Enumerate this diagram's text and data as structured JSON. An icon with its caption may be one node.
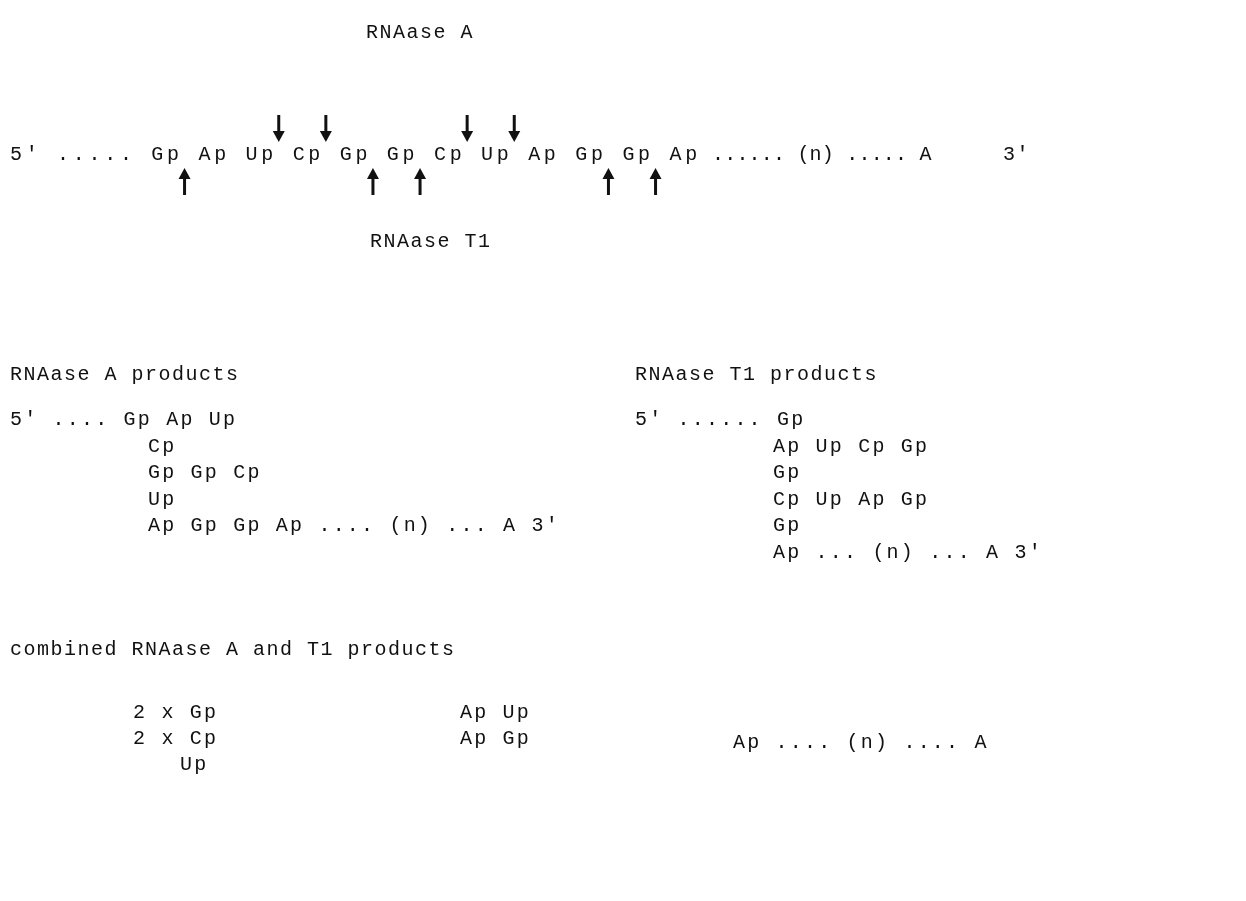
{
  "diagram": {
    "labels": [
      "RNAase A",
      "5' ..... Gp Ap Up Cp Gp Gp Cp Up Ap Gp Gp Ap",
      "...... (n) ..... A",
      "3'",
      "RNAase T1",
      "RNAase A products",
      "RNAase T1 products",
      "5' .... Gp Ap Up",
      "5' ...... Gp",
      "Cp",
      "Ap Up Cp Gp",
      "Gp Gp Cp",
      "Gp",
      "Up",
      "Cp Up Ap Gp",
      "Ap Gp Gp Ap .... (n) ... A 3'",
      "Gp",
      "Ap ... (n) ... A 3'",
      "combined RNAase A and T1 products",
      "2 x Gp",
      "Ap Up",
      "2 x Cp",
      "Ap Gp",
      "Ap .... (n) .... A",
      "Up"
    ]
  }
}
